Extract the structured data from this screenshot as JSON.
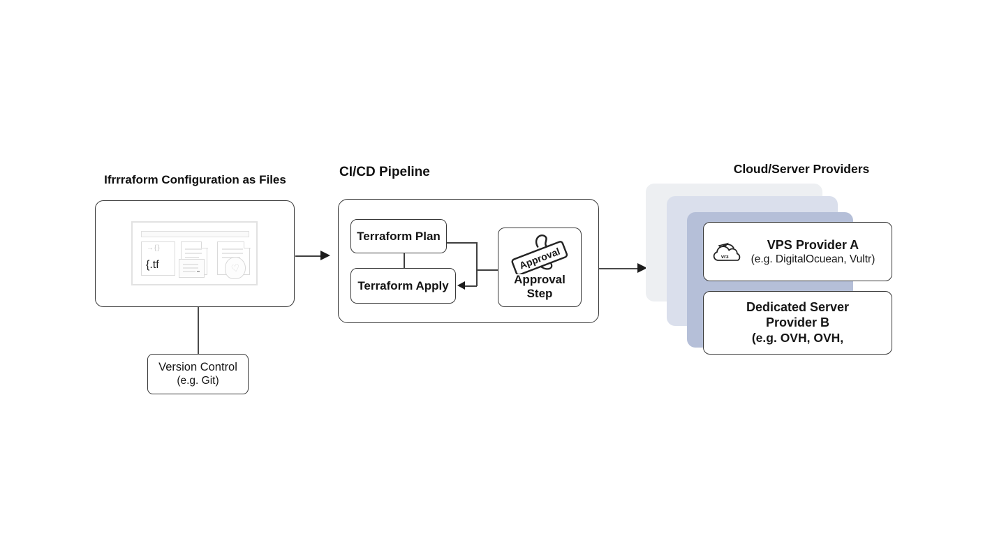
{
  "diagram": {
    "terraform": {
      "title": "Ifrrraform Configuration as Files",
      "tf_file_label": "{.tf"
    },
    "version_control": {
      "line1": "Version Control",
      "line2": "(e.g. Git)"
    },
    "pipeline": {
      "title": "CI/CD Pipeline",
      "plan_label": "Terraform Plan",
      "apply_label": "Terraform Apply",
      "approval_stamp_text": "Approval",
      "approval_line1": "Approval",
      "approval_line2": "Step"
    },
    "providers": {
      "title": "Cloud/Server Providers",
      "vps_icon_label": "vrɜ",
      "vps_title": "VPS Provider A",
      "vps_subtitle": "(e.g. DigitalOcuean, Vultr)",
      "dedicated_line1": "Dedicated Server",
      "dedicated_line2": "Provider B",
      "dedicated_line3": "(e.g. OVH, OVH,"
    }
  },
  "glyphs": {
    "arrow": "→",
    "braces": "{}",
    "heart": "♡"
  },
  "colors": {
    "card_back": "#edeff2",
    "card_middle": "#dadfec",
    "card_front": "#b5bfd8",
    "border": "#383838"
  }
}
